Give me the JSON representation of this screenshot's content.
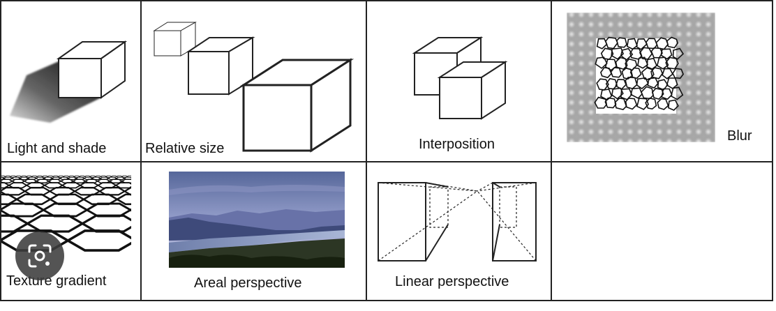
{
  "cells": [
    {
      "id": "light-shade",
      "label": "Light and shade"
    },
    {
      "id": "relative-size",
      "label": "Relative size"
    },
    {
      "id": "interposition",
      "label": "Interposition"
    },
    {
      "id": "blur",
      "label": "Blur"
    },
    {
      "id": "texture-gradient",
      "label": "Texture gradient"
    },
    {
      "id": "areal-perspective",
      "label": "Areal perspective"
    },
    {
      "id": "linear-perspective",
      "label": "Linear perspective"
    }
  ],
  "overlay": {
    "icon": "visual-search-lens-icon"
  },
  "colors": {
    "sky_top": "#5a6a9a",
    "sky_bottom": "#b9bfdc",
    "mountains": "#3f4a7c",
    "lake": "#8fa0c8",
    "foreground": "#1f2a18"
  }
}
